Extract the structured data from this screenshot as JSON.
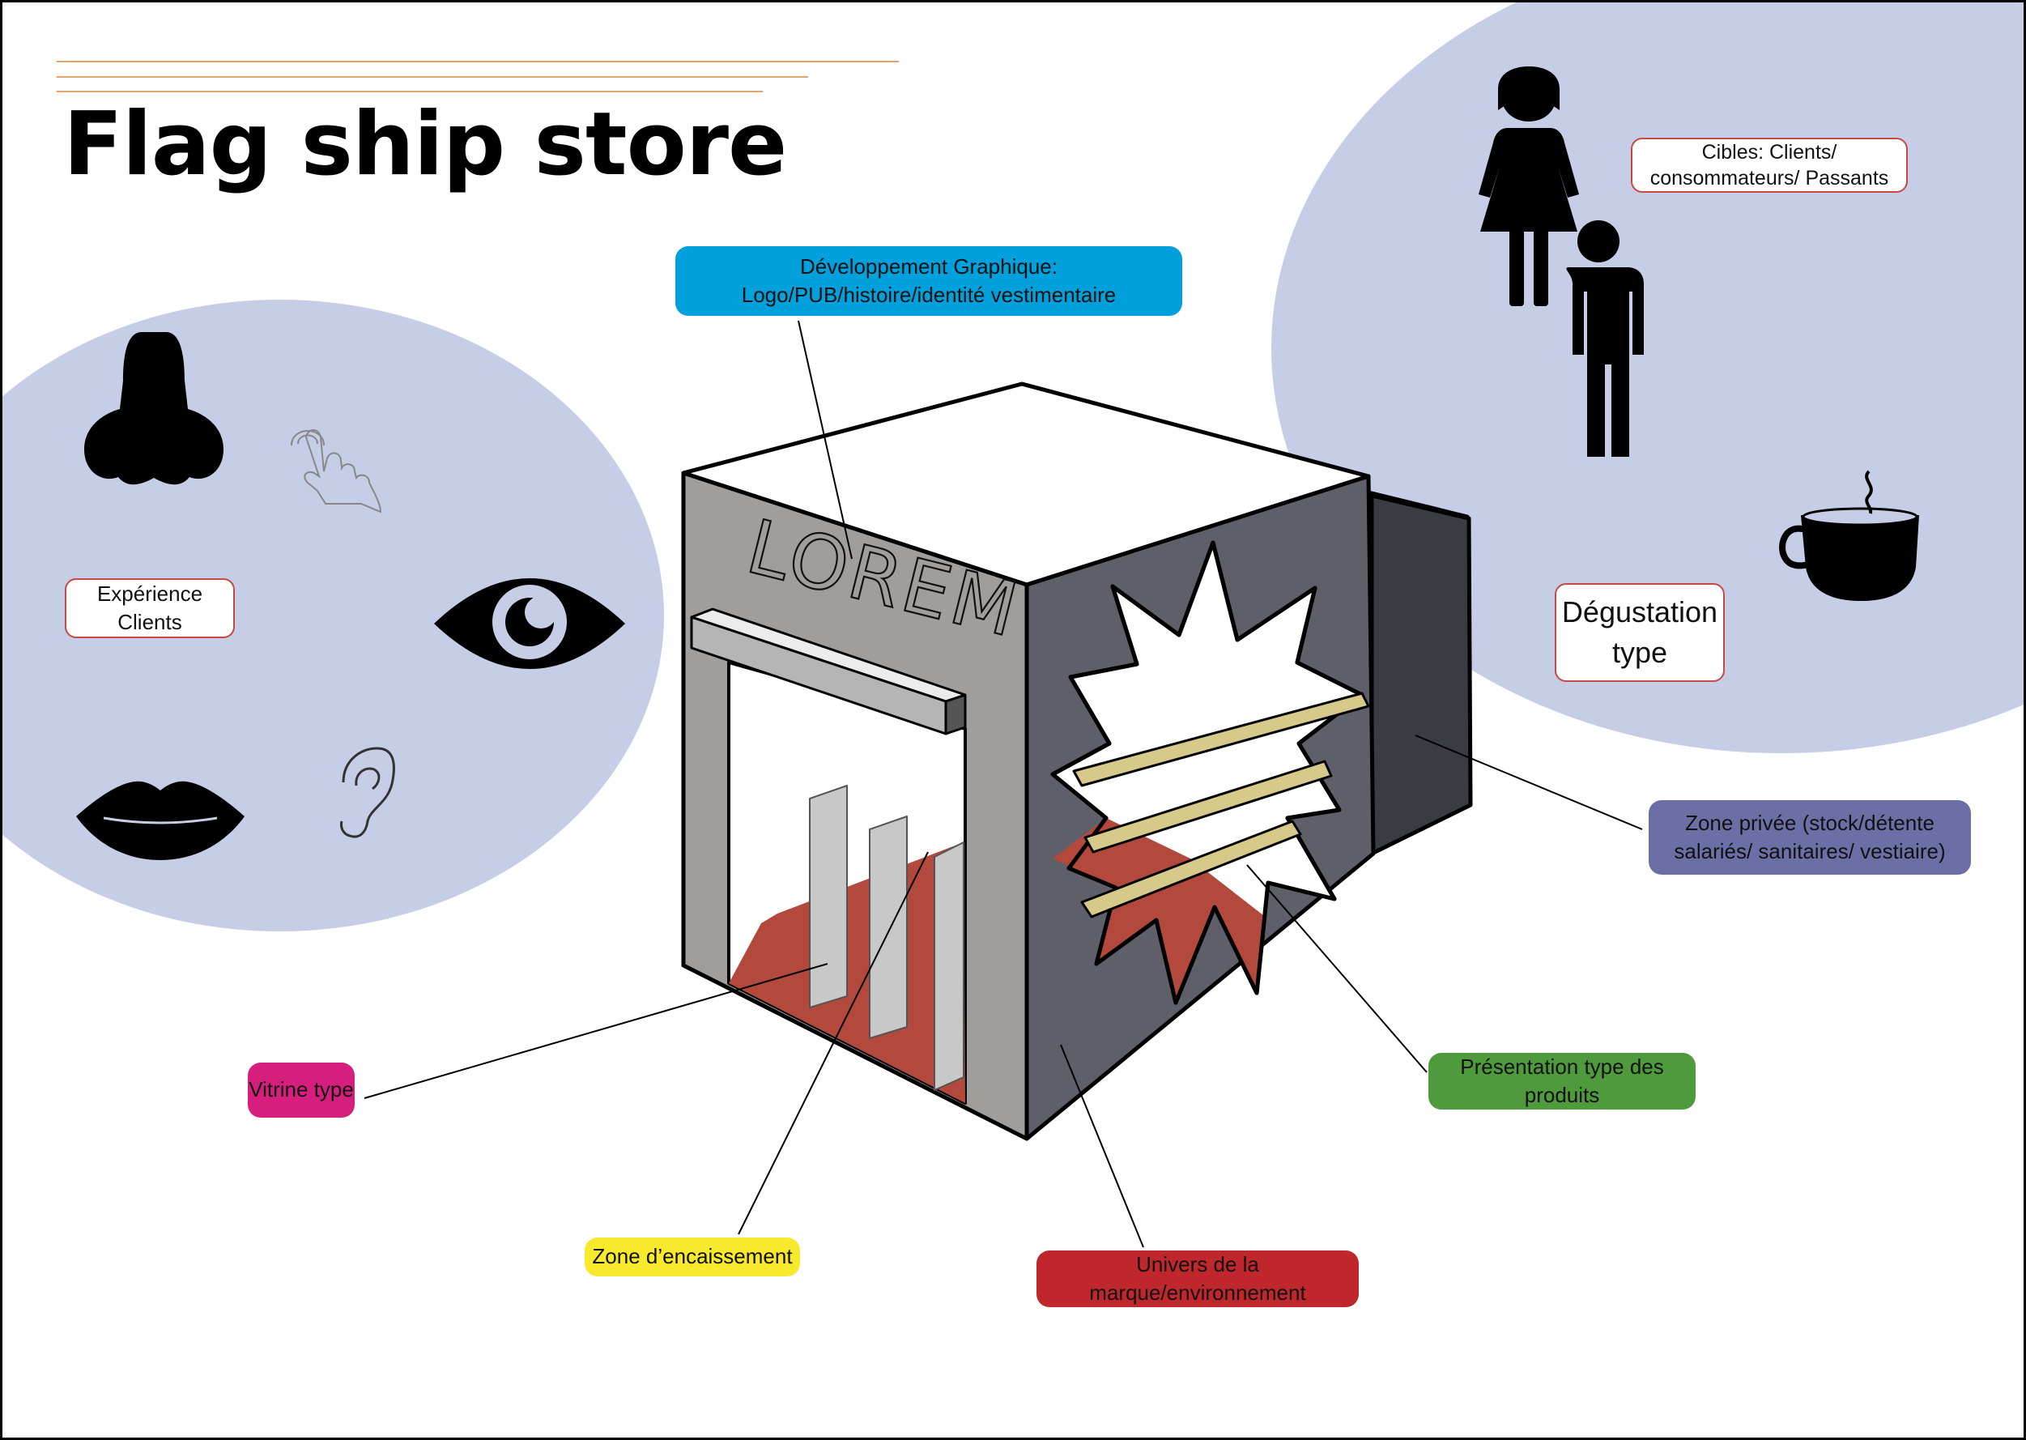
{
  "title": "Flag ship store",
  "storefront_sign": "LOREM",
  "labels": {
    "dev_graphique": "Développement Graphique: Logo/PUB/histoire/identité vestimentaire",
    "experience_clients": "Expérience Clients",
    "cibles": "Cibles: Clients/ consommateurs/ Passants",
    "degustation": "Dégustation type",
    "zone_privee": "Zone privée (stock/détente salariés/ sanitaires/ vestiaire)",
    "presentation_produits": "Présentation type des produits",
    "vitrine": "Vitrine type",
    "zone_encaissement": "Zone d’encaissement",
    "univers_marque": "Univers de la marque/environnement"
  },
  "colors": {
    "bubble": "#c6cde6",
    "dev_graphique": "#00a0dc",
    "zone_privee": "#6c6fa6",
    "presentation_produits": "#4e9a3c",
    "vitrine": "#d61f7c",
    "zone_encaissement": "#f7ea2c",
    "univers_marque": "#c0272d",
    "outline_border": "#c94843",
    "deco_lines": "#e8a36b"
  },
  "icons": [
    "nose-icon",
    "touch-hand-icon",
    "eye-icon",
    "lips-icon",
    "ear-icon",
    "woman-icon",
    "man-icon",
    "coffee-cup-icon"
  ]
}
